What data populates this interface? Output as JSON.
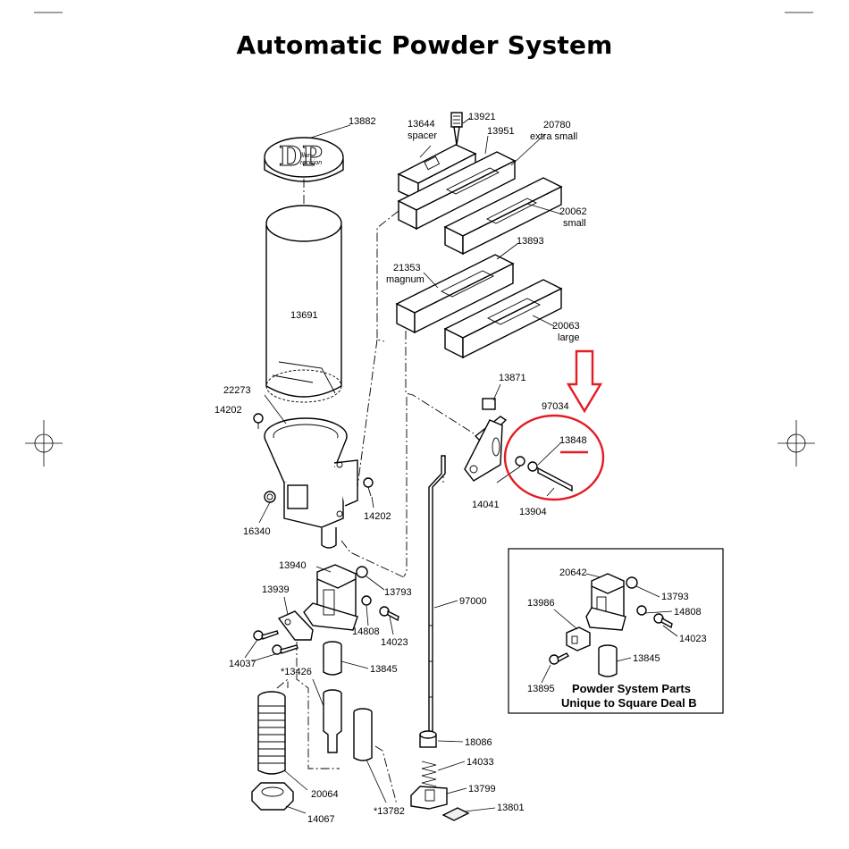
{
  "page": {
    "title": "Automatic Powder System"
  },
  "parts": {
    "p13882": "13882",
    "p13644": "13644",
    "p13644_note": "spacer",
    "p13921": "13921",
    "p13951": "13951",
    "p20780": "20780",
    "p20780_note": "extra small",
    "p20062": "20062",
    "p20062_note": "small",
    "p13893": "13893",
    "p21353": "21353",
    "p21353_note": "magnum",
    "p20063": "20063",
    "p20063_note": "large",
    "p13691": "13691",
    "p13871": "13871",
    "p97034": "97034",
    "p13848": "13848",
    "p22273": "22273",
    "p14202a": "14202",
    "p14202b": "14202",
    "p16340": "16340",
    "p14041": "14041",
    "p13904": "13904",
    "p13940": "13940",
    "p13939": "13939",
    "p13793": "13793",
    "p14808": "14808",
    "p14023": "14023",
    "p14037": "14037",
    "p13426": "*13426",
    "p13845": "13845",
    "p97000": "97000",
    "p18086": "18086",
    "p14033": "14033",
    "p13799": "13799",
    "p13801": "13801",
    "p20064": "20064",
    "p14067": "14067",
    "p13782": "*13782"
  },
  "inset": {
    "caption_line1": "Powder System Parts",
    "caption_line2": "Unique to Square Deal B",
    "p20642": "20642",
    "p13793": "13793",
    "p13986": "13986",
    "p14808": "14808",
    "p14023": "14023",
    "p13845": "13845",
    "p13895": "13895"
  },
  "logo": {
    "brand_text": "Dillon Precision"
  },
  "annotation": {
    "color": "#e31b23"
  }
}
